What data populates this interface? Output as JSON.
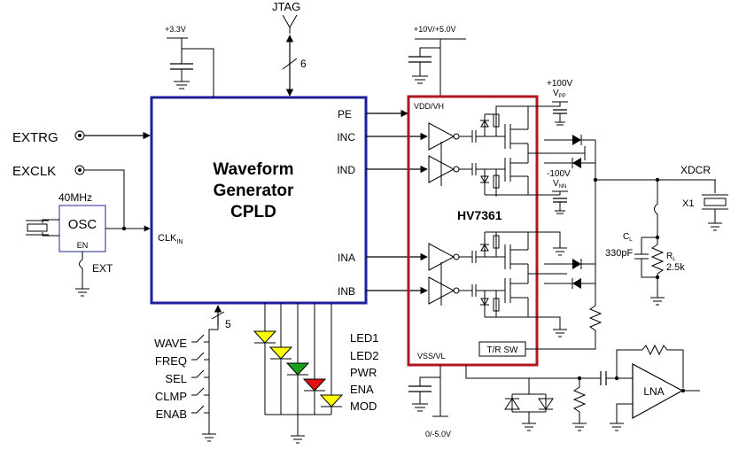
{
  "cpld": {
    "title_line1": "Waveform",
    "title_line2": "Generator",
    "title_line3": "CPLD",
    "pins": {
      "pe": "PE",
      "inc": "INC",
      "ind": "IND",
      "ina": "INA",
      "inb": "INB",
      "clk": "CLK",
      "clk_sub": "IN"
    },
    "color": "#1f1f9e"
  },
  "supplies": {
    "v33": "+3.3V",
    "v10": "+10V/+5.0V",
    "v_neg": "0/-5.0V",
    "vpp_value": "+100V",
    "vpp_label": "V",
    "vpp_sub": "PP",
    "vnn_value": "-100V",
    "vnn_label": "V",
    "vnn_sub": "NN"
  },
  "jtag": {
    "label": "JTAG",
    "bus_width": "6"
  },
  "inputs": {
    "extrg": "EXTRG",
    "exclk": "EXCLK"
  },
  "oscillator": {
    "freq": "40MHz",
    "label": "OSC",
    "en": "EN",
    "ext": "EXT"
  },
  "switches": {
    "bus_width": "5",
    "labels": [
      "WAVE",
      "FREQ",
      "SEL",
      "CLMP",
      "ENAB"
    ]
  },
  "leds": {
    "labels": [
      "LED1",
      "LED2",
      "PWR",
      "ENA",
      "MOD"
    ],
    "colors": [
      "#ffff00",
      "#ffff00",
      "#1aa01a",
      "#e01010",
      "#ffff00"
    ]
  },
  "hv7361": {
    "label": "HV7361",
    "vdd": "VDD/VH",
    "vss": "VSS/VL",
    "trsw": "T/R SW",
    "color": "#b0171f"
  },
  "output": {
    "xdcr": "XDCR",
    "x1": "X1",
    "cl_label": "C",
    "cl_sub": "L",
    "cl_value": "330pF",
    "rl_label": "R",
    "rl_sub": "L",
    "rl_value": "2.5k"
  },
  "lna": {
    "label": "LNA"
  }
}
